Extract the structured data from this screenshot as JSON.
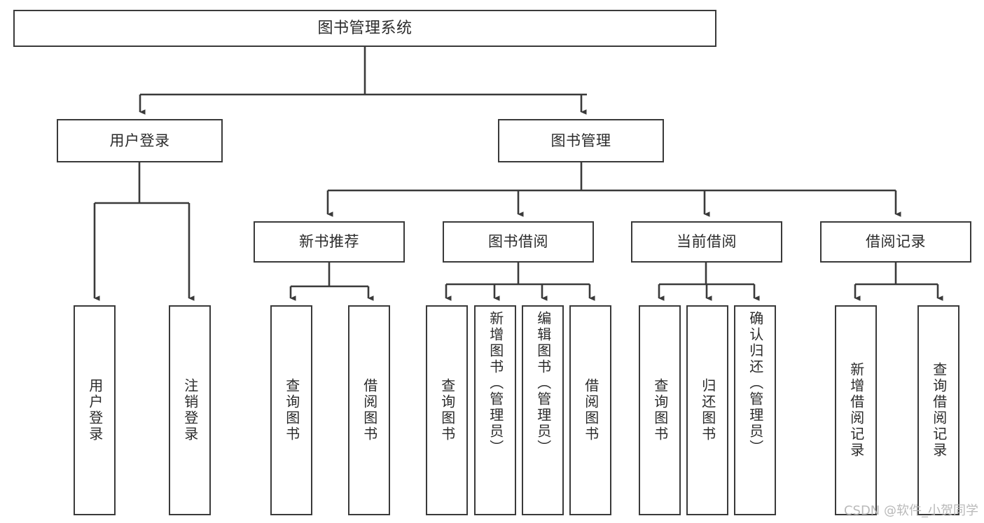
{
  "diagram": {
    "title": "图书管理系统",
    "type": "hierarchy-tree",
    "colors": {
      "box_border": "#3a3a3a",
      "box_fill": "#ffffff",
      "connector": "#3a3a3a",
      "text": "#2b2b2b",
      "watermark": "#b9b9b9",
      "background": "#ffffff"
    },
    "root": {
      "label": "图书管理系统"
    },
    "level2": [
      {
        "label": "用户登录"
      },
      {
        "label": "图书管理"
      }
    ],
    "level3": [
      {
        "label": "新书推荐"
      },
      {
        "label": "图书借阅"
      },
      {
        "label": "当前借阅"
      },
      {
        "label": "借阅记录"
      }
    ],
    "leaves": {
      "user_login": [
        {
          "label": "用户登录"
        },
        {
          "label": "注销登录"
        }
      ],
      "new_book": [
        {
          "label": "查询图书"
        },
        {
          "label": "借阅图书"
        }
      ],
      "book_borrow": [
        {
          "label": "查询图书"
        },
        {
          "label": "新增图书（管理员）"
        },
        {
          "label": "编辑图书（管理员）"
        },
        {
          "label": "借阅图书"
        }
      ],
      "current_borrow": [
        {
          "label": "查询图书"
        },
        {
          "label": "归还图书"
        },
        {
          "label": "确认归还（管理员）"
        }
      ],
      "borrow_record": [
        {
          "label": "新增借阅记录"
        },
        {
          "label": "查询借阅记录"
        }
      ]
    }
  },
  "watermark": {
    "text": "CSDN @软件_小贺同学"
  }
}
